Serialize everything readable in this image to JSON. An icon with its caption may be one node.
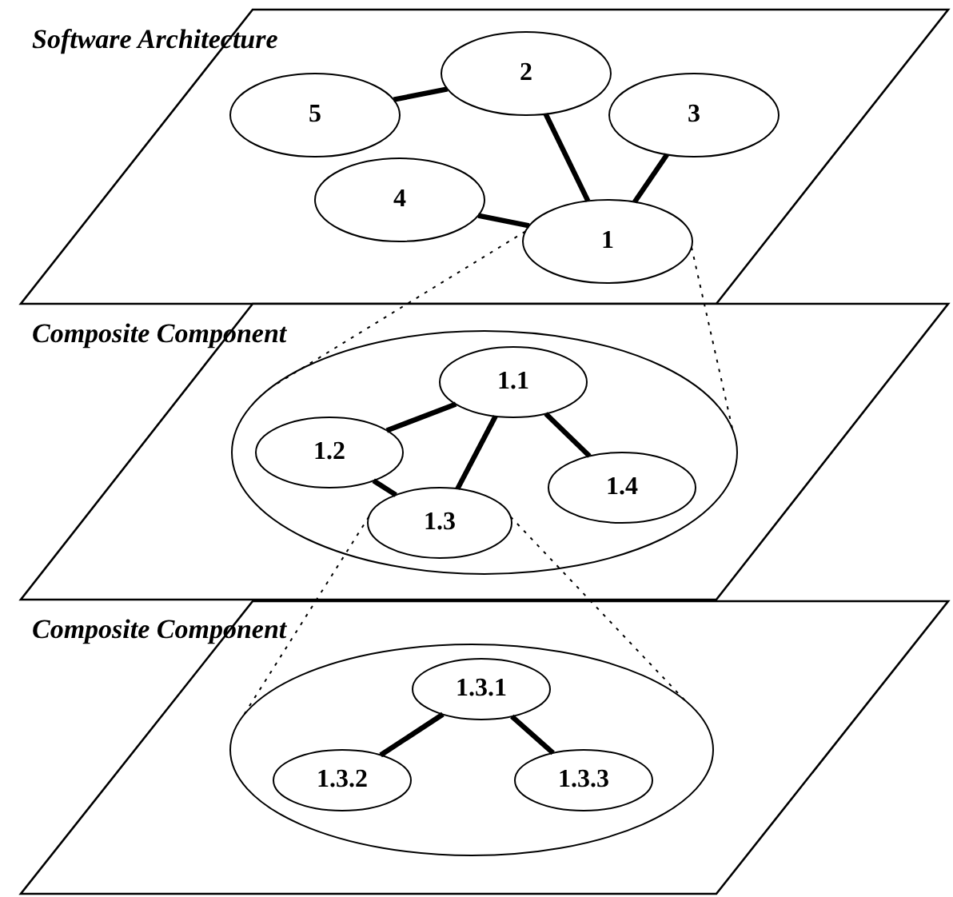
{
  "diagram": {
    "nodes": [
      {
        "text": [
          "Software Architecture"
        ]
      },
      {
        "text": [
          "2"
        ],
        "in": 0
      },
      {
        "text": [
          "5"
        ],
        "in": 0
      },
      {
        "text": [
          "3"
        ],
        "in": 0
      },
      {
        "text": [
          "4"
        ],
        "in": 0
      },
      {
        "text": [
          "1"
        ],
        "in": 0
      },
      {
        "text": [
          "Composite Component"
        ]
      },
      {
        "text": [],
        "shape": "ellipse",
        "in": 6
      },
      {
        "text": [
          "1.1"
        ],
        "in": 7
      },
      {
        "text": [
          "1.2"
        ],
        "in": 7
      },
      {
        "text": [
          "1.3"
        ],
        "in": 7
      },
      {
        "text": [
          "1.4"
        ],
        "in": 7
      },
      {
        "text": [
          "Composite Component"
        ]
      },
      {
        "text": [],
        "shape": "ellipse",
        "in": 12
      },
      {
        "text": [
          "1.3.1"
        ],
        "in": 13
      },
      {
        "text": [
          "1.3.2"
        ],
        "in": 13
      },
      {
        "text": [
          "1.3.3"
        ],
        "in": 13
      }
    ],
    "edges": [
      {
        "from": 2,
        "to": 1,
        "arrow": "none"
      },
      {
        "from": 1,
        "to": 5,
        "arrow": "none"
      },
      {
        "from": 3,
        "to": 5,
        "arrow": "none"
      },
      {
        "from": 4,
        "to": 5,
        "arrow": "none"
      },
      {
        "from": 5,
        "to": 7,
        "arrow": "none",
        "style": "dashed"
      },
      {
        "from": 5,
        "to": 7,
        "arrow": "none",
        "style": "dashed"
      },
      {
        "from": 8,
        "to": 9,
        "arrow": "none"
      },
      {
        "from": 8,
        "to": 10,
        "arrow": "none"
      },
      {
        "from": 8,
        "to": 11,
        "arrow": "none"
      },
      {
        "from": 9,
        "to": 10,
        "arrow": "none"
      },
      {
        "from": 10,
        "to": 13,
        "arrow": "none",
        "style": "dashed"
      },
      {
        "from": 10,
        "to": 13,
        "arrow": "none",
        "style": "dashed"
      },
      {
        "from": 14,
        "to": 15,
        "arrow": "none"
      },
      {
        "from": 14,
        "to": 16,
        "arrow": "none"
      }
    ]
  }
}
